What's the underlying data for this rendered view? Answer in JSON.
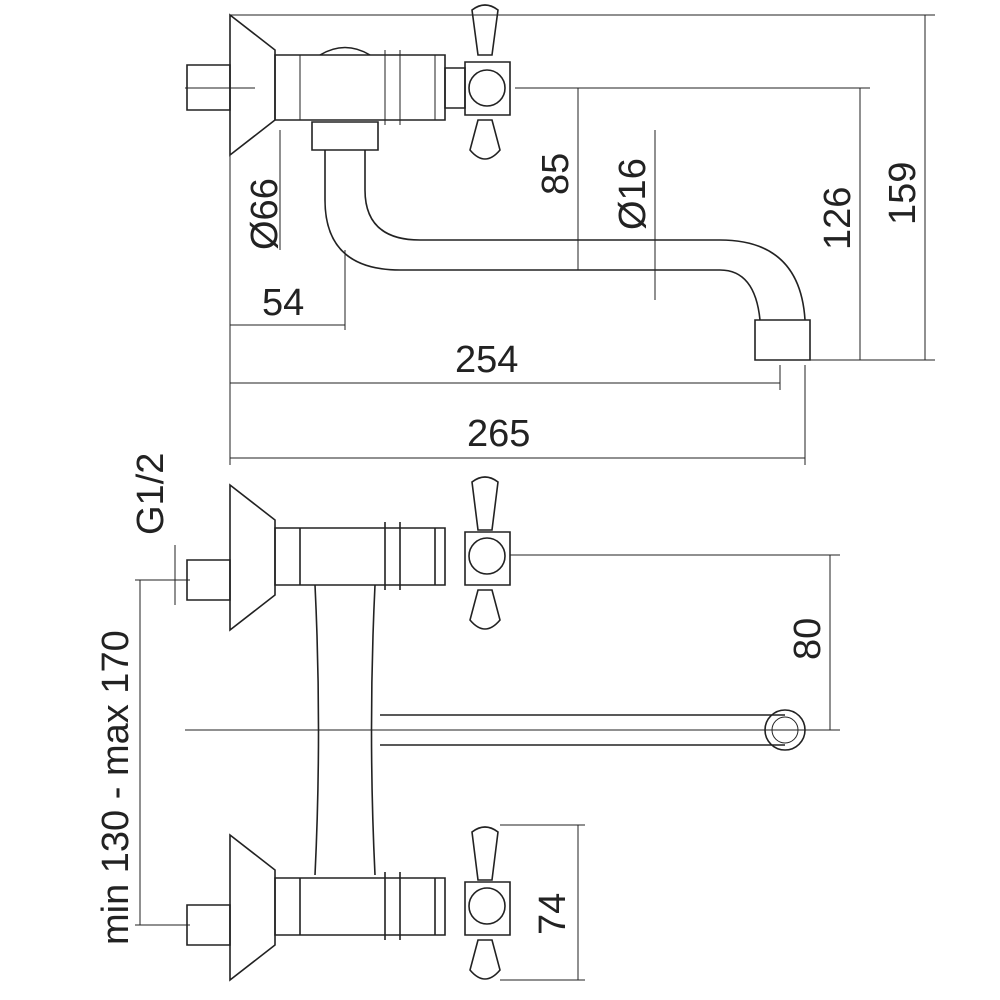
{
  "dimensions": {
    "diameter_flange": "Ø66",
    "spout_drop": "85",
    "diameter_spout": "Ø16",
    "height_spout_outlet": "126",
    "total_height": "159",
    "spout_offset": "54",
    "spout_reach": "254",
    "total_reach": "265",
    "thread": "G1/2",
    "center_distance": "min 130 - max 170",
    "spout_below_axis": "80",
    "handle_height": "74"
  },
  "colors": {
    "line": "#222222",
    "background": "#ffffff"
  }
}
